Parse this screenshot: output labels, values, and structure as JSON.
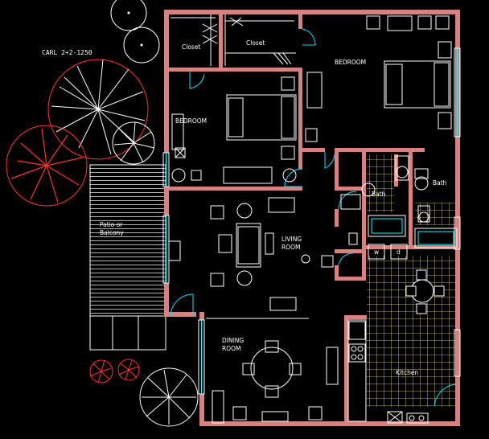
{
  "title": "CARL 2+2-1250",
  "rooms": {
    "closet_1": "Closet",
    "closet_2": "Closet",
    "bedroom_master": "BEDROOM",
    "bedroom_2": "BEDROOM",
    "bath_1": "Bath",
    "bath_2": "Bath",
    "patio_line1": "Patio or",
    "patio_line2": "Balcony",
    "living_line1": "LIVING",
    "living_line2": "ROOM",
    "dining_line1": "DINING",
    "dining_line2": "ROOM",
    "kitchen": "Kitchen"
  },
  "appliances": {
    "washer": "w",
    "dryer": "d"
  },
  "colors": {
    "background": "#000000",
    "wall": "#d98080",
    "line": "#ffffff",
    "window": "#00ffff",
    "tile_grid": "#ffff80",
    "tree_red": "#ff3030",
    "door_swing": "#00e0ff"
  }
}
